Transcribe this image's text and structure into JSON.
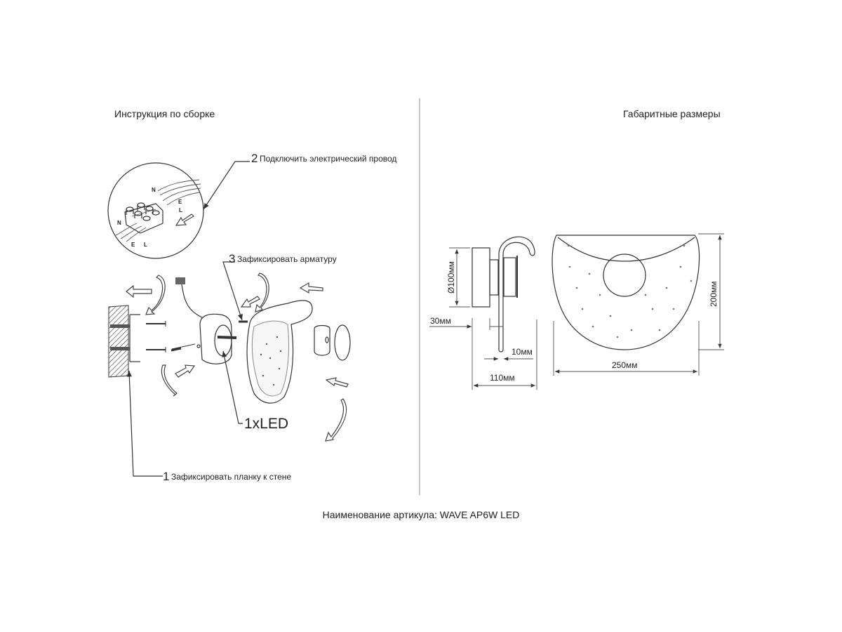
{
  "left_section": {
    "title": "Инструкция по сборке",
    "steps": [
      {
        "number": "1",
        "text": "Зафиксировать планку к стене"
      },
      {
        "number": "2",
        "text": "Подключить электрический провод"
      },
      {
        "number": "3",
        "text": "Зафиксировать арматуру"
      }
    ],
    "bulb_label": "1xLED",
    "wire_labels": {
      "n": "N",
      "e": "E",
      "l": "L"
    }
  },
  "right_section": {
    "title": "Габаритные размеры",
    "dimensions": {
      "diameter": "Ø100мм",
      "depth_base": "30мм",
      "rod": "10мм",
      "depth_total": "110мм",
      "width": "250мм",
      "height": "200мм"
    }
  },
  "footer": {
    "article": "Наименование артикула: WAVE AP6W LED"
  }
}
